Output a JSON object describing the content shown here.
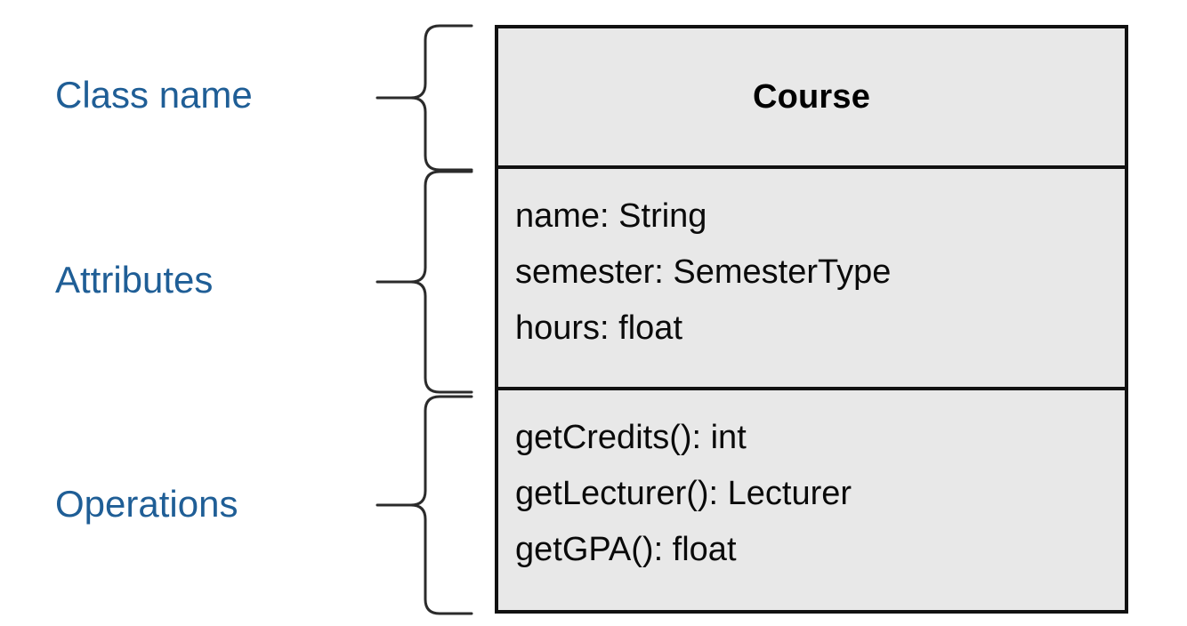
{
  "diagram": {
    "type": "uml-class-diagram",
    "accent_color": "#1F5E96",
    "box_fill_color": "#E8E8E8",
    "box_border_color": "#111111",
    "text_color": "#0A0A0A"
  },
  "annotations": [
    {
      "label": "Class name",
      "target": "class-name-compartment"
    },
    {
      "label": "Attributes",
      "target": "attributes-compartment"
    },
    {
      "label": "Operations",
      "target": "operations-compartment"
    }
  ],
  "uml_class": {
    "name": "Course",
    "attributes": [
      "name: String",
      "semester: SemesterType",
      "hours: float"
    ],
    "operations": [
      "getCredits(): int",
      "getLecturer(): Lecturer",
      "getGPA(): float"
    ]
  }
}
